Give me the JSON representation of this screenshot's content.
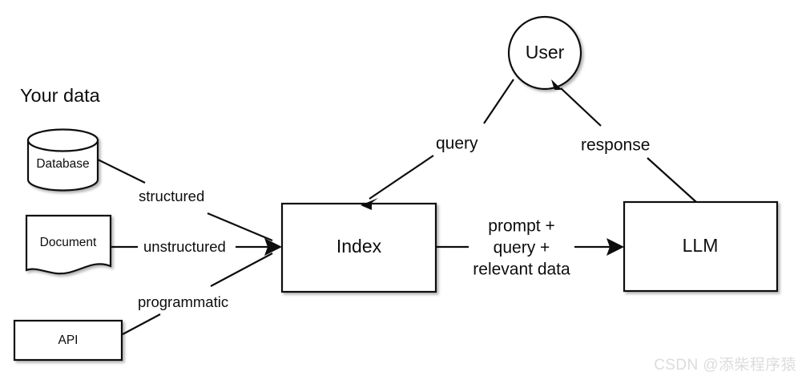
{
  "diagram": {
    "title_text": "Your data",
    "background": "#ffffff",
    "stroke_color": "#0d0d0d",
    "nodes": {
      "database": {
        "label": "Database",
        "shape": "cylinder"
      },
      "document": {
        "label": "Document",
        "shape": "wavy-document"
      },
      "api": {
        "label": "API",
        "shape": "rectangle"
      },
      "index": {
        "label": "Index",
        "shape": "rectangle"
      },
      "llm": {
        "label": "LLM",
        "shape": "rectangle"
      },
      "user": {
        "label": "User",
        "shape": "circle"
      }
    },
    "edge_labels": {
      "structured": "structured",
      "unstructured": "unstructured",
      "programmatic": "programmatic",
      "query": "query",
      "response": "response",
      "prompt_line1": "prompt +",
      "prompt_line2": "query +",
      "prompt_line3": "relevant data"
    }
  },
  "watermark": {
    "text": "CSDN @添柴程序猿",
    "color": "#dcdcdc"
  }
}
